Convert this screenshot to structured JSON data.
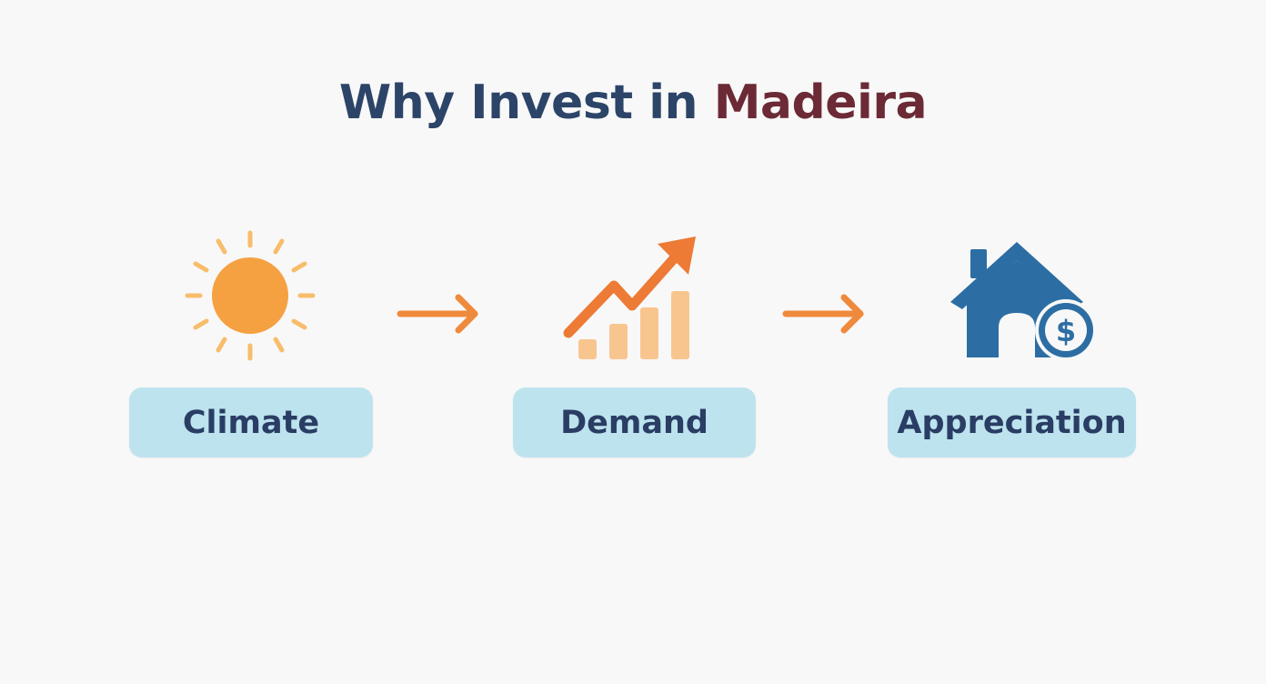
{
  "title": {
    "part1": "Why Invest in ",
    "part2": "Madeira"
  },
  "steps": [
    {
      "label": "Climate",
      "icon": "sun-icon"
    },
    {
      "label": "Demand",
      "icon": "growth-chart-icon"
    },
    {
      "label": "Appreciation",
      "icon": "house-dollar-icon"
    }
  ],
  "connectors": [
    "arrow-right-icon",
    "arrow-right-icon"
  ],
  "colors": {
    "title": "#2c4468",
    "title_accent": "#6b2a35",
    "sun": "#f5a142",
    "arrow": "#ef8a3c",
    "chart_line": "#ed7a35",
    "chart_bars": "#f9c58f",
    "house": "#2c6ea3",
    "label_bg": "#bde3ee",
    "label_text": "#2a3d64"
  }
}
